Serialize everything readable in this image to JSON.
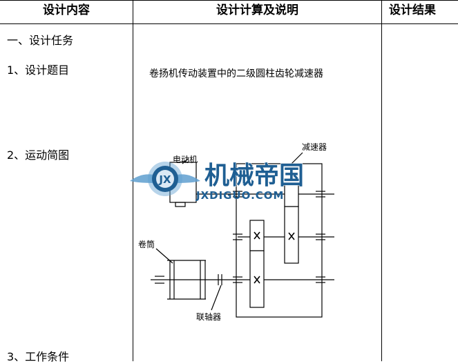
{
  "table": {
    "headers": [
      "设计内容",
      "设计计算及说明",
      "设计结果"
    ],
    "left_items": [
      "一、设计任务",
      "1、设计题目",
      "2、运动简图",
      "3、工作条件"
    ],
    "task_title": "卷扬机传动装置中的二级圆柱齿轮减速器"
  },
  "diagram": {
    "labels": {
      "motor": "电动机",
      "reducer": "减速器",
      "drum": "卷筒",
      "coupling": "联轴器"
    }
  },
  "watermark": {
    "text_cn": "机械帝国",
    "text_en": "JXDIGUO.COM",
    "badge": "JX",
    "color": "#1f5f93"
  }
}
